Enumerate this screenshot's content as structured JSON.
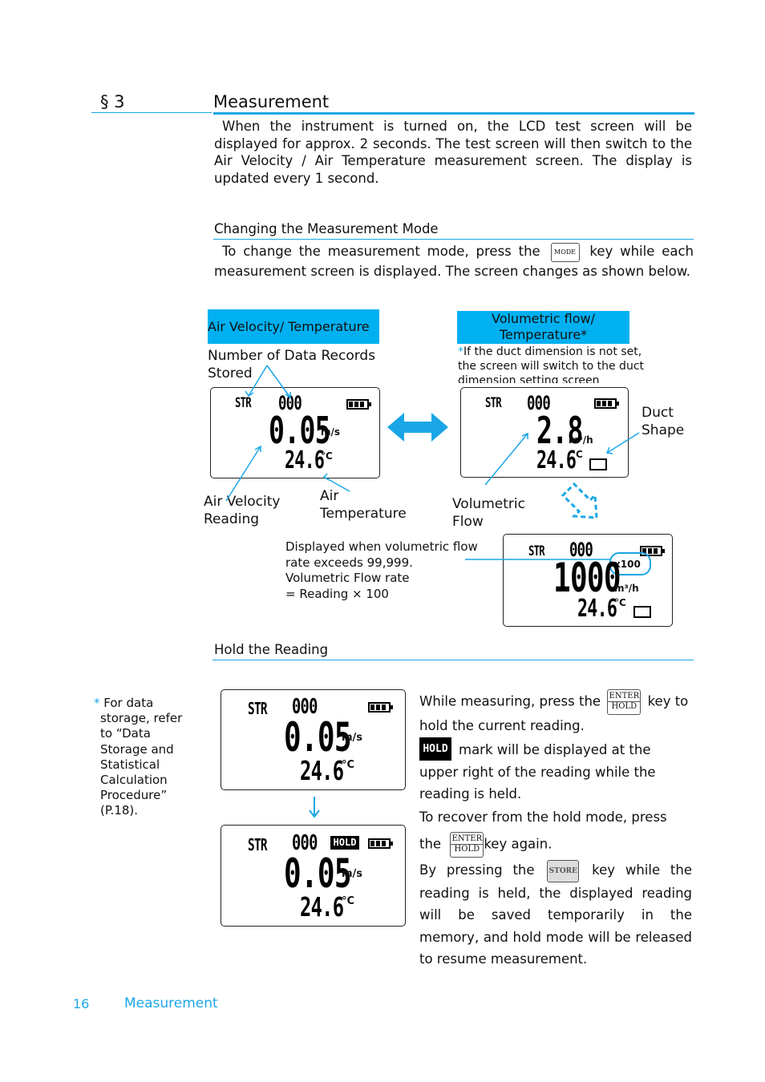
{
  "section": {
    "number": "§ 3",
    "title": "Measurement"
  },
  "intro": "When the instrument is turned on, the LCD test screen will be displayed for approx. 2 seconds. The test screen will then switch to the Air Velocity / Air Temperature measurement screen. The display is updated every 1 second.",
  "mode": {
    "heading": "Changing the Measurement Mode",
    "text_before": "To change the measurement mode, press the",
    "key": "MODE",
    "text_after": "key while each measurement screen is displayed. The screen changes as shown below."
  },
  "diagram": {
    "box_left": "Air Velocity/ Temperature",
    "box_right": "Volumetric flow/ Temperature*",
    "note_star": "*",
    "note_text": "If the duct dimension is not set, the screen will switch to the duct dimension setting screen",
    "label_records": "Number of Data Records Stored",
    "label_air_velocity": "Air Velocity Reading",
    "label_air_temp": "Air Temperature",
    "label_vol_flow": "Volumetric Flow",
    "label_duct_shape": "Duct Shape",
    "overflow_note": [
      "Displayed when volumetric flow",
      "rate exceeds 99,999.",
      "Volumetric Flow rate",
      "= Reading × 100"
    ]
  },
  "lcd": {
    "str": "STR",
    "records": "000",
    "velocity": "0.05",
    "velocity_unit": "m/s",
    "temperature": "24.6",
    "temp_unit": "°C",
    "flow": "2.8",
    "flow_unit": "m³/h",
    "big_flow": "1000",
    "multiplier": "x100",
    "hold": "HOLD"
  },
  "hold": {
    "heading": "Hold the Reading",
    "side_star": "*",
    "side_note": [
      "For data",
      "storage, refer",
      "to “Data",
      "Storage and",
      "Statistical",
      "Calculation",
      "Procedure”",
      "(P.18)."
    ],
    "p1_before": "While measuring, press the",
    "key_enter_top": "ENTER",
    "key_enter_bottom": "HOLD",
    "p1_after": "key to hold the current reading.",
    "p2": "mark will be displayed at the upper right of the reading while the reading is held.",
    "p3a": "To recover from the hold mode, press",
    "p3_the": "the",
    "p3b": "key again.",
    "p4_before": "By pressing the",
    "key_store": "STORE",
    "p4_after": "key while the reading is held, the displayed reading will be saved temporarily in the memory, and hold mode will be released to resume measurement."
  },
  "footer": {
    "page": "16",
    "title": "Measurement"
  },
  "colors": {
    "accent": "#1aa6e6",
    "box": "#00b0f0"
  }
}
